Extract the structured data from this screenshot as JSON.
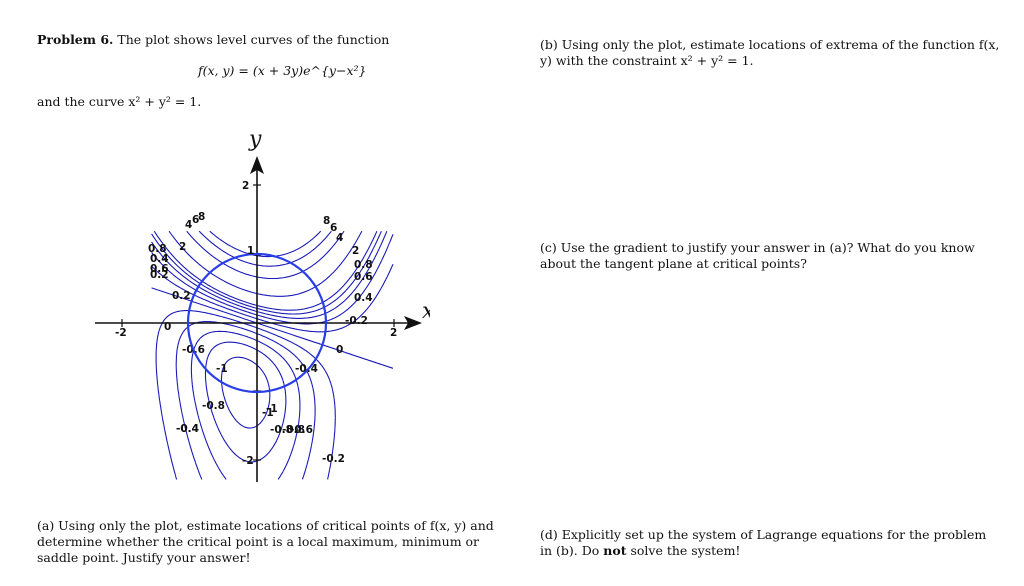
{
  "problem": {
    "heading": "Problem 6.",
    "intro": "The plot shows level curves of the function",
    "function": "f(x, y) = (x + 3y)e^{y−x²}",
    "curve_text": "and the curve x² + y² = 1."
  },
  "parts": {
    "a": "(a) Using only the plot, estimate locations of critical points of f(x, y) and determine whether the critical point is a local maximum, minimum or saddle point. Justify your answer!",
    "b": "(b) Using only the plot, estimate locations of extrema of the function f(x, y) with the constraint x² + y² = 1.",
    "c": "(c) Use the gradient to justify your answer in (a)? What do you know about the tangent plane at critical points?",
    "d_pre": "(d) Explicitly set up the system of Lagrange equations for the problem in (b). Do",
    "d_bold": "not",
    "d_post": "solve the system!"
  },
  "plot": {
    "x_axis_label": "x",
    "y_axis_label": "y",
    "tick_labels": {
      "x_neg": "-2",
      "x_pos": "2",
      "y_pos": "2",
      "y_neg": "-2",
      "y_one": "1",
      "y_negone": "-1"
    },
    "contour_labels": [
      "6",
      "4",
      "8",
      "8",
      "6",
      "4",
      "0.8",
      "2",
      "2",
      "0.4",
      "0.6",
      "0.2",
      "0.8",
      "0.6",
      "0.4",
      "0.2",
      "0",
      "0",
      "-0.2",
      "-0.4",
      "-0.6",
      "-0.8",
      "-1",
      "-0.8",
      "-0.4",
      "-0.8",
      "-0.6",
      "-1",
      "-0.2",
      "-0.4"
    ],
    "colors": {
      "contour": "#1a1ab8",
      "circle": "#2a3ee8",
      "axis": "#111111"
    }
  }
}
